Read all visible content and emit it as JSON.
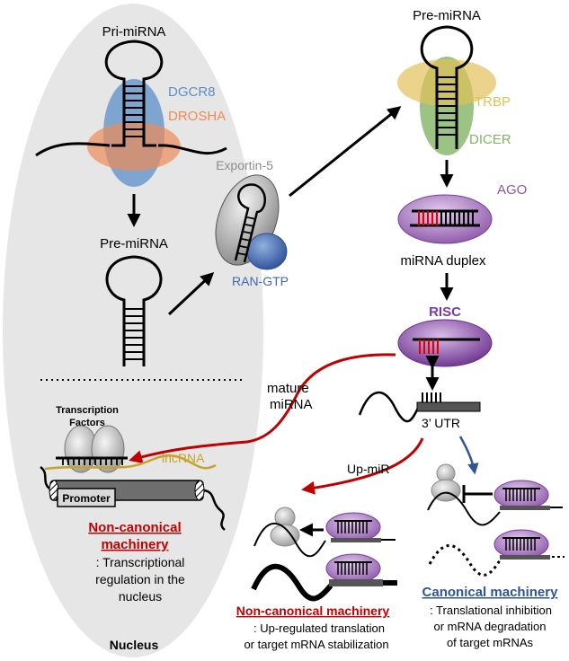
{
  "labels": {
    "pri_mirna": "Pri-miRNA",
    "dgcr8": "DGCR8",
    "drosha": "DROSHA",
    "pre_mirna_nucleus": "Pre-miRNA",
    "exportin": "Exportin-5",
    "ran_gtp": "RAN-GTP",
    "pre_mirna_cyto": "Pre-miRNA",
    "trbp": "TRBP",
    "dicer": "DICER",
    "ago": "AGO",
    "mirna_duplex": "miRNA duplex",
    "risc": "RISC",
    "mature_line1": "mature",
    "mature_line2": "miRNA",
    "utr": "3’ UTR",
    "tf_line1": "Transcription",
    "tf_line2": "Factors",
    "lncrna": "lncRNA",
    "promoter": "Promoter",
    "up_mir": "Up-miR",
    "nucleus": "Nucleus"
  },
  "captions": {
    "nc_nucleus_title1": "Non-canonical",
    "nc_nucleus_title2": "machinery",
    "nc_nucleus_desc1": ": Transcriptional",
    "nc_nucleus_desc2": "regulation in the",
    "nc_nucleus_desc3": "nucleus",
    "nc_cyto_title": "Non-canonical machinery",
    "nc_cyto_desc1": ": Up-regulated translation",
    "nc_cyto_desc2": "or target mRNA stabilization",
    "can_title": "Canonical machinery",
    "can_desc1": ": Translational inhibition",
    "can_desc2": "or mRNA degradation",
    "can_desc3": "of target mRNAs"
  },
  "colors": {
    "nucleus_fill": "#e6e6e6",
    "dgcr8": "#5b8fc7",
    "drosha": "#ee8a55",
    "exportin": "#8c8c8c",
    "ran_gtp": "#3f67b1",
    "trbp": "#e2c05a",
    "dicer": "#82b464",
    "ago": "#8b55a8",
    "risc": "#7a3d9c",
    "noncanonical_red": "#c00000",
    "canonical_blue": "#2f5597",
    "lncrna_line": "#c9a227",
    "seed_red": "#e00000"
  },
  "icons": [
    "hairpin-icon",
    "ribosome-icon",
    "inhibition-bar-icon",
    "arrow-icon"
  ]
}
